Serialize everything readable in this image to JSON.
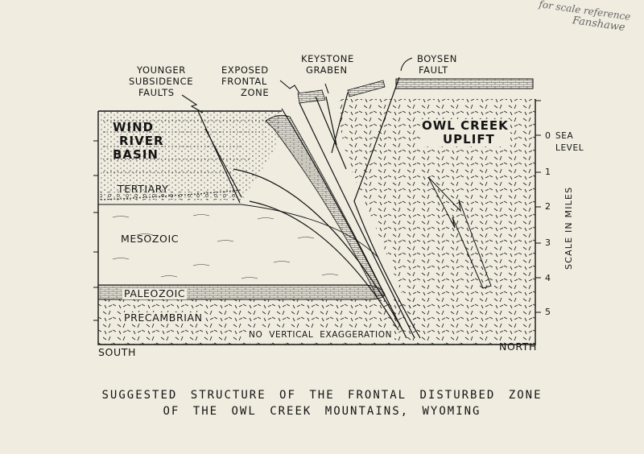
{
  "handwritten_note": [
    "for scale reference",
    "Fanshawe"
  ],
  "callouts": {
    "younger_subsidence": [
      "YOUNGER",
      "SUBSIDENCE",
      "FAULTS"
    ],
    "exposed_frontal": [
      "EXPOSED",
      "FRONTAL",
      "ZONE"
    ],
    "keystone_graben": [
      "KEYSTONE",
      "GRABEN"
    ],
    "boysen_fault": [
      "BOYSEN",
      "FAULT"
    ]
  },
  "units": {
    "wind_river_basin": [
      "WIND",
      "RIVER",
      "BASIN"
    ],
    "tertiary": "TERTIARY",
    "mesozoic": "MESOZOIC",
    "paleozoic": "PALEOZOIC",
    "precambrian": "PRECAMBRIAN",
    "owl_creek_uplift": [
      "OWL CREEK",
      "UPLIFT"
    ]
  },
  "scale": {
    "title": "SCALE IN MILES",
    "sea_level": [
      "SEA",
      "LEVEL"
    ],
    "ticks": [
      "0",
      "1",
      "2",
      "3",
      "4",
      "5"
    ]
  },
  "exaggeration_note": "NO VERTICAL EXAGGERATION",
  "directions": {
    "left": "SOUTH",
    "right": "NORTH"
  },
  "caption": [
    "SUGGESTED STRUCTURE OF THE FRONTAL DISTURBED ZONE",
    "OF THE OWL CREEK MOUNTAINS, WYOMING"
  ]
}
